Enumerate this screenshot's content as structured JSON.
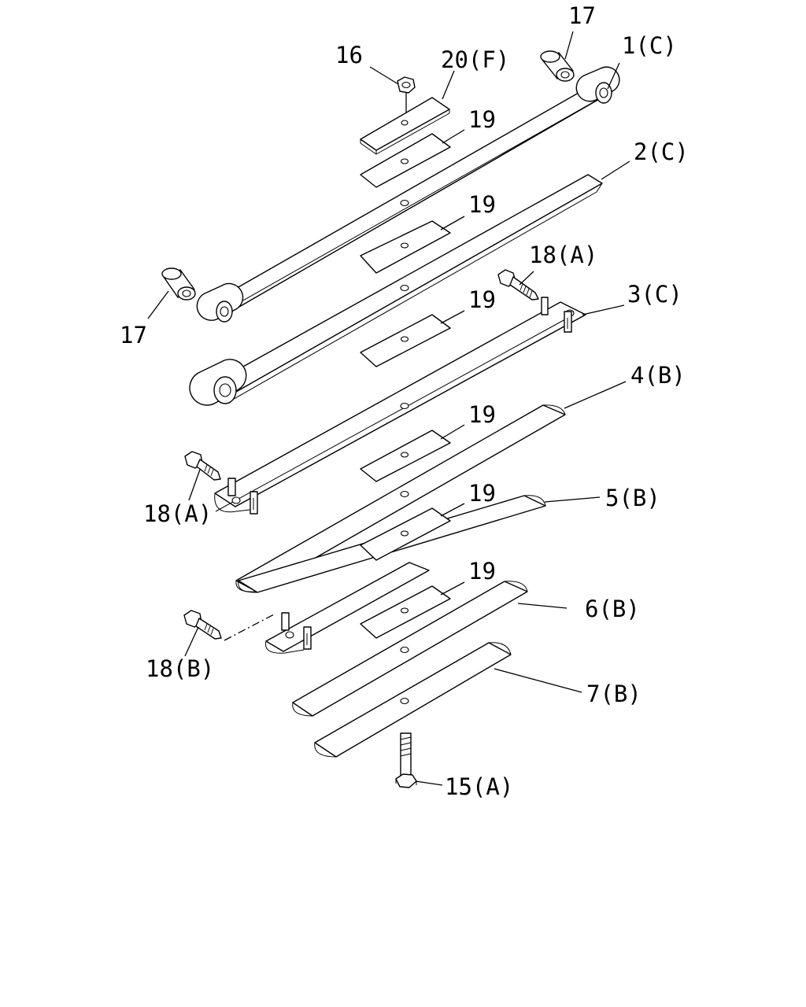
{
  "callouts": {
    "p17_top": "17",
    "p1": "1(C)",
    "p16": "16",
    "p20": "20(F)",
    "p19_a": "19",
    "p2": "2(C)",
    "p19_b": "19",
    "p18a_top": "18(A)",
    "p17_left": "17",
    "p19_c": "19",
    "p3": "3(C)",
    "p4": "4(B)",
    "p19_d": "19",
    "p18a_left": "18(A)",
    "p19_e": "19",
    "p5": "5(B)",
    "p19_f": "19",
    "p6": "6(B)",
    "p18b": "18(B)",
    "p7": "7(B)",
    "p15": "15(A)"
  }
}
